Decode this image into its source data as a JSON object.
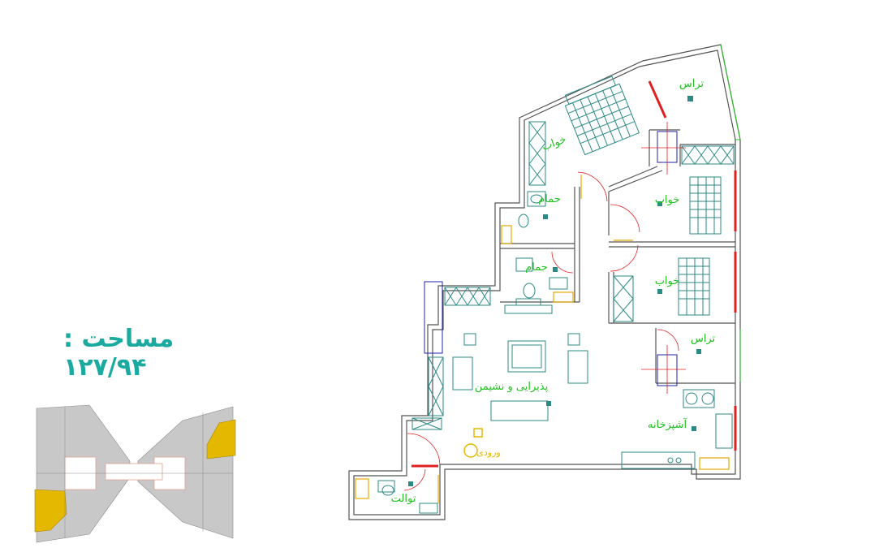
{
  "area_label": "مساحت : ۱۲۷/۹۴",
  "rooms": {
    "terrace_top": "تراس",
    "bedroom_1": "خواب",
    "bedroom_2": "خواب",
    "bedroom_3": "خواب",
    "bath_1": "حمام",
    "bath_2": "حمام",
    "terrace_mid": "تراس",
    "living": "پذیرایی و نشیمن",
    "kitchen": "آشپزخانه",
    "toilet": "توالت",
    "stair_hint": "ورودی"
  },
  "colors": {
    "wall": "#555555",
    "furniture": "#2b8a86",
    "label": "#22c022",
    "door": "#e02020",
    "window": "#2222aa",
    "accent": "#e6a800",
    "highlight": "#e5b800",
    "keyplan_grey": "#c8c8c8"
  }
}
